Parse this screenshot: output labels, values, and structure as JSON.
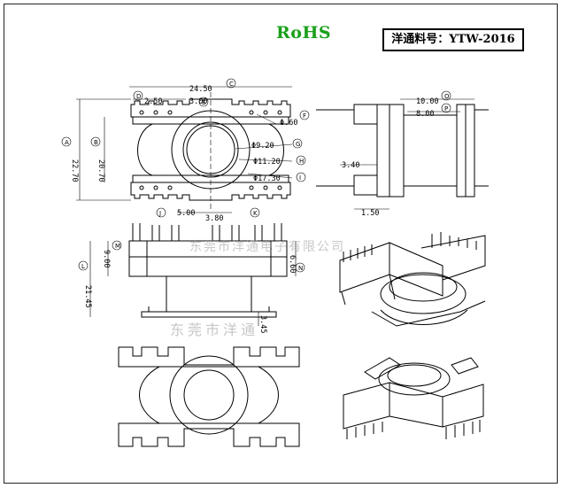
{
  "header": {
    "rohs_label": "RoHS",
    "part_label": "洋通料号：YTW-2016"
  },
  "watermark": {
    "company": "东莞市洋通电子有限公司",
    "partial": "东莞市洋通"
  },
  "dimensions": {
    "overall_width": "24.50",
    "pin_pitch_left": "2.50",
    "pin_pitch_center": "3.00",
    "height_outer": "22.70",
    "height_inner": "20.70",
    "dia_a": "Φ9.20",
    "dia_b": "Φ11.20",
    "dia_c": "Φ17.30",
    "pin_dia": "Φ.60",
    "bottom_a": "5.00",
    "bottom_b": "3.80",
    "side_width": "10.00",
    "side_inner": "8.00",
    "side_offset": "3.40",
    "side_bottom": "1.50",
    "front_height": "21.45",
    "front_top": "9.00",
    "front_pin": "6.60",
    "front_flange": "3.45"
  },
  "callouts": {
    "A": "A",
    "B": "B",
    "C": "C",
    "D": "D",
    "E": "E",
    "F": "F",
    "G": "G",
    "H": "H",
    "I": "I",
    "J": "J",
    "K": "K",
    "L": "L",
    "M": "M",
    "N": "N",
    "O": "O",
    "P": "P"
  },
  "colors": {
    "rohs": "#1aa01a",
    "line": "#000000",
    "watermark": "#999999"
  }
}
